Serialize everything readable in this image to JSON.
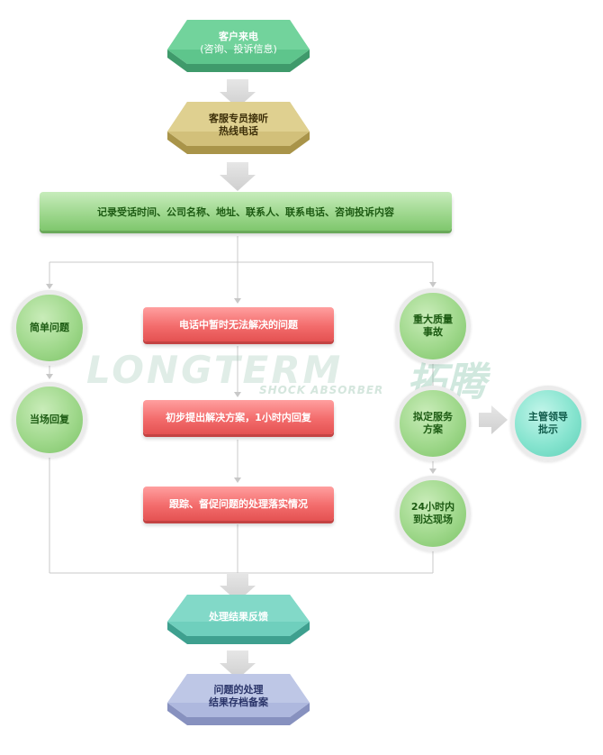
{
  "start": {
    "line1": "客户来电",
    "line2": "(咨询、投诉信息)"
  },
  "hotline": {
    "line1": "客服专员接听",
    "line2": "热线电话"
  },
  "record": {
    "label": "记录受话时间、公司名称、地址、联系人、联系电话、咨询投诉内容"
  },
  "left": {
    "simple": "简单问题",
    "onsite": "当场回复"
  },
  "center": {
    "unresolved": "电话中暂时无法解决的问题",
    "plan": "初步提出解决方案，1小时内回复",
    "track": "跟踪、督促问题的处理落实情况"
  },
  "right": {
    "major_l1": "重大质量",
    "major_l2": "事故",
    "service_l1": "拟定服务",
    "service_l2": "方案",
    "arrive_l1": "24小时内",
    "arrive_l2": "到达现场",
    "leader_l1": "主管领导",
    "leader_l2": "批示"
  },
  "feedback": {
    "label": "处理结果反馈"
  },
  "archive": {
    "line1": "问题的处理",
    "line2": "结果存档备案"
  },
  "watermark": {
    "brand": "LONGTERM",
    "sub": "SHOCK ABSORBER",
    "cn": "拓腾"
  },
  "colors": {
    "green": "#8fd07d",
    "gold": "#d8c882",
    "red": "#f06a6a",
    "teal": "#7fd8c4",
    "lavender": "#b7c0e0",
    "connector": "#c8c8c8"
  }
}
